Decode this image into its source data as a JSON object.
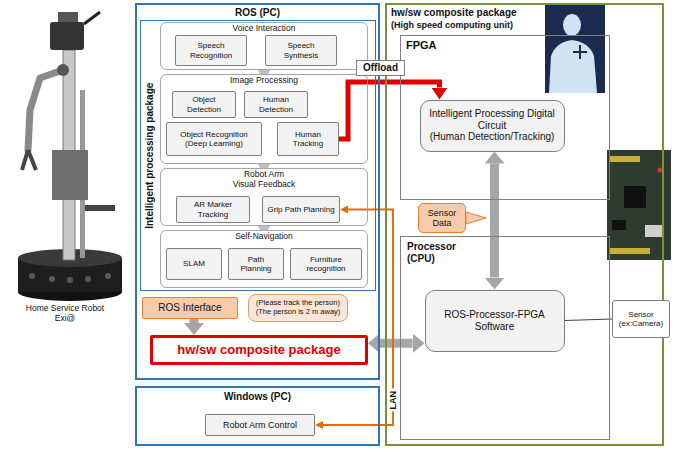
{
  "diagram": {
    "nodes": [
      {
        "text": [
          "ROS (PC)"
        ]
      },
      {
        "text": [
          "Intelligent processing package"
        ],
        "in": 0
      },
      {
        "text": [
          "Voice Interaction"
        ],
        "in": 1
      },
      {
        "text": [
          "Speech Recognition"
        ],
        "in": 2
      },
      {
        "text": [
          "Speech Synthesis"
        ],
        "in": 2
      },
      {
        "text": [
          "Image Processing"
        ],
        "in": 1
      },
      {
        "text": [
          "Object Detection"
        ],
        "in": 5
      },
      {
        "text": [
          "Human Detection"
        ],
        "in": 5
      },
      {
        "text": [
          "Object Recognition (Deep Learning)"
        ],
        "in": 5
      },
      {
        "text": [
          "Human Tracking"
        ],
        "in": 5
      },
      {
        "text": [
          "Robot Arm Visual Feedback"
        ],
        "in": 1
      },
      {
        "text": [
          "AR Marker Tracking"
        ],
        "in": 10
      },
      {
        "text": [
          "Grip Path Planning"
        ],
        "in": 10
      },
      {
        "text": [
          "Self-Navigation"
        ],
        "in": 1
      },
      {
        "text": [
          "SLAM"
        ],
        "in": 13
      },
      {
        "text": [
          "Path Planning"
        ],
        "in": 13
      },
      {
        "text": [
          "Furniture recognition"
        ],
        "in": 13
      },
      {
        "text": [
          "ROS Interface"
        ],
        "in": 0
      },
      {
        "text": [
          "(Please track the person) (The person is 2 m away)"
        ],
        "in": 0
      },
      {
        "text": [
          "hw/sw composite package"
        ],
        "in": 0
      },
      {
        "text": [
          "Windows (PC)"
        ]
      },
      {
        "text": [
          "Robot Arm Control"
        ],
        "in": 20
      },
      {
        "text": [
          "hw/sw composite package",
          "(High speed computing unit)"
        ]
      },
      {
        "text": [
          "FPGA"
        ],
        "in": 22
      },
      {
        "text": [
          "Intelligent Processing Digital Circuit",
          "(Human Detection/Tracking)"
        ],
        "in": 23
      },
      {
        "text": [
          "Sensor Data"
        ],
        "in": 22
      },
      {
        "text": [
          "Processor (CPU)"
        ],
        "in": 22
      },
      {
        "text": [
          "ROS-Processor-FPGA Software"
        ],
        "in": 26
      },
      {
        "text": [
          "Sensor (ex:Camera)"
        ]
      }
    ],
    "edges": [
      {
        "from": 9,
        "to": 24,
        "arrow": "to",
        "label": "Offload"
      },
      {
        "from": 24,
        "to": 27,
        "arrow": "both"
      },
      {
        "from": 17,
        "to": 19,
        "arrow": "to"
      },
      {
        "from": 19,
        "to": 27,
        "arrow": "both"
      },
      {
        "from": 28,
        "to": 27,
        "arrow": "none"
      },
      {
        "from": 12,
        "to": 21,
        "arrow": "both",
        "label": "LAN"
      }
    ],
    "labels": [
      "Home Service Robot Exi@"
    ]
  }
}
